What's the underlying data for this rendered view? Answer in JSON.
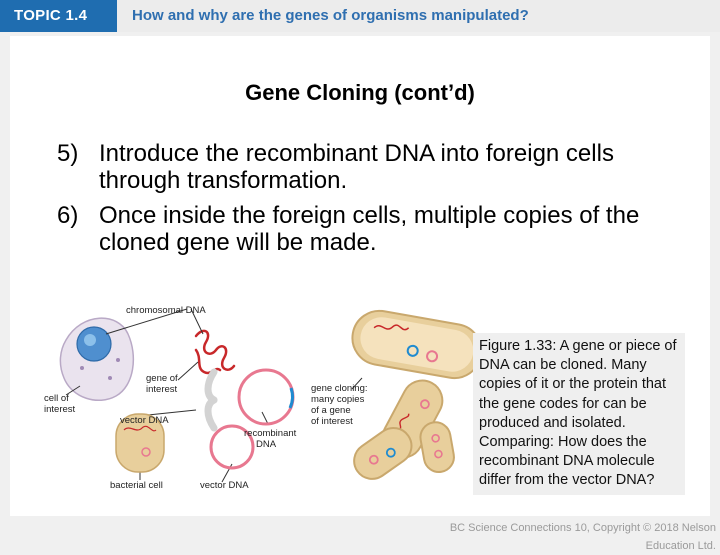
{
  "header": {
    "topic": "TOPIC 1.4",
    "question": "How and why are the genes of organisms manipulated?"
  },
  "slide": {
    "title": "Gene Cloning (cont’d)",
    "points": [
      {
        "num": "5)",
        "text": "Introduce the recombinant DNA into foreign cells through transformation."
      },
      {
        "num": "6)",
        "text": "Once inside the foreign cells, multiple copies of the cloned gene will be made."
      }
    ]
  },
  "figure": {
    "labels": {
      "chromosomal_dna": "chromosomal DNA",
      "gene_of_interest_1": "gene of",
      "gene_of_interest_2": "interest",
      "cell_of_interest_1": "cell of",
      "cell_of_interest_2": "interest",
      "vector_dna_top": "vector DNA",
      "recombinant_1": "recombinant",
      "recombinant_2": "DNA",
      "gene_cloning_1": "gene cloning:",
      "gene_cloning_2": "many copies",
      "gene_cloning_3": "of a gene",
      "gene_cloning_4": "of interest",
      "bacterial_cell": "bacterial cell",
      "vector_dna_bottom": "vector DNA"
    },
    "caption": "Figure 1.33: A gene or piece of DNA can be cloned. Many copies of it or the protein that the gene codes for can be produced and isolated. Comparing: How does the recombinant DNA molecule differ from the vector DNA?",
    "colors": {
      "cell_fill": "#eae3ee",
      "nucleus": "#4f8fcf",
      "plasmid": "#e87890",
      "bacteria": "#e8cf9c",
      "dna": "#c8282a"
    }
  },
  "footer": {
    "copyright": "BC Science Connections 10, Copyright © 2018 Nelson Education Ltd."
  }
}
